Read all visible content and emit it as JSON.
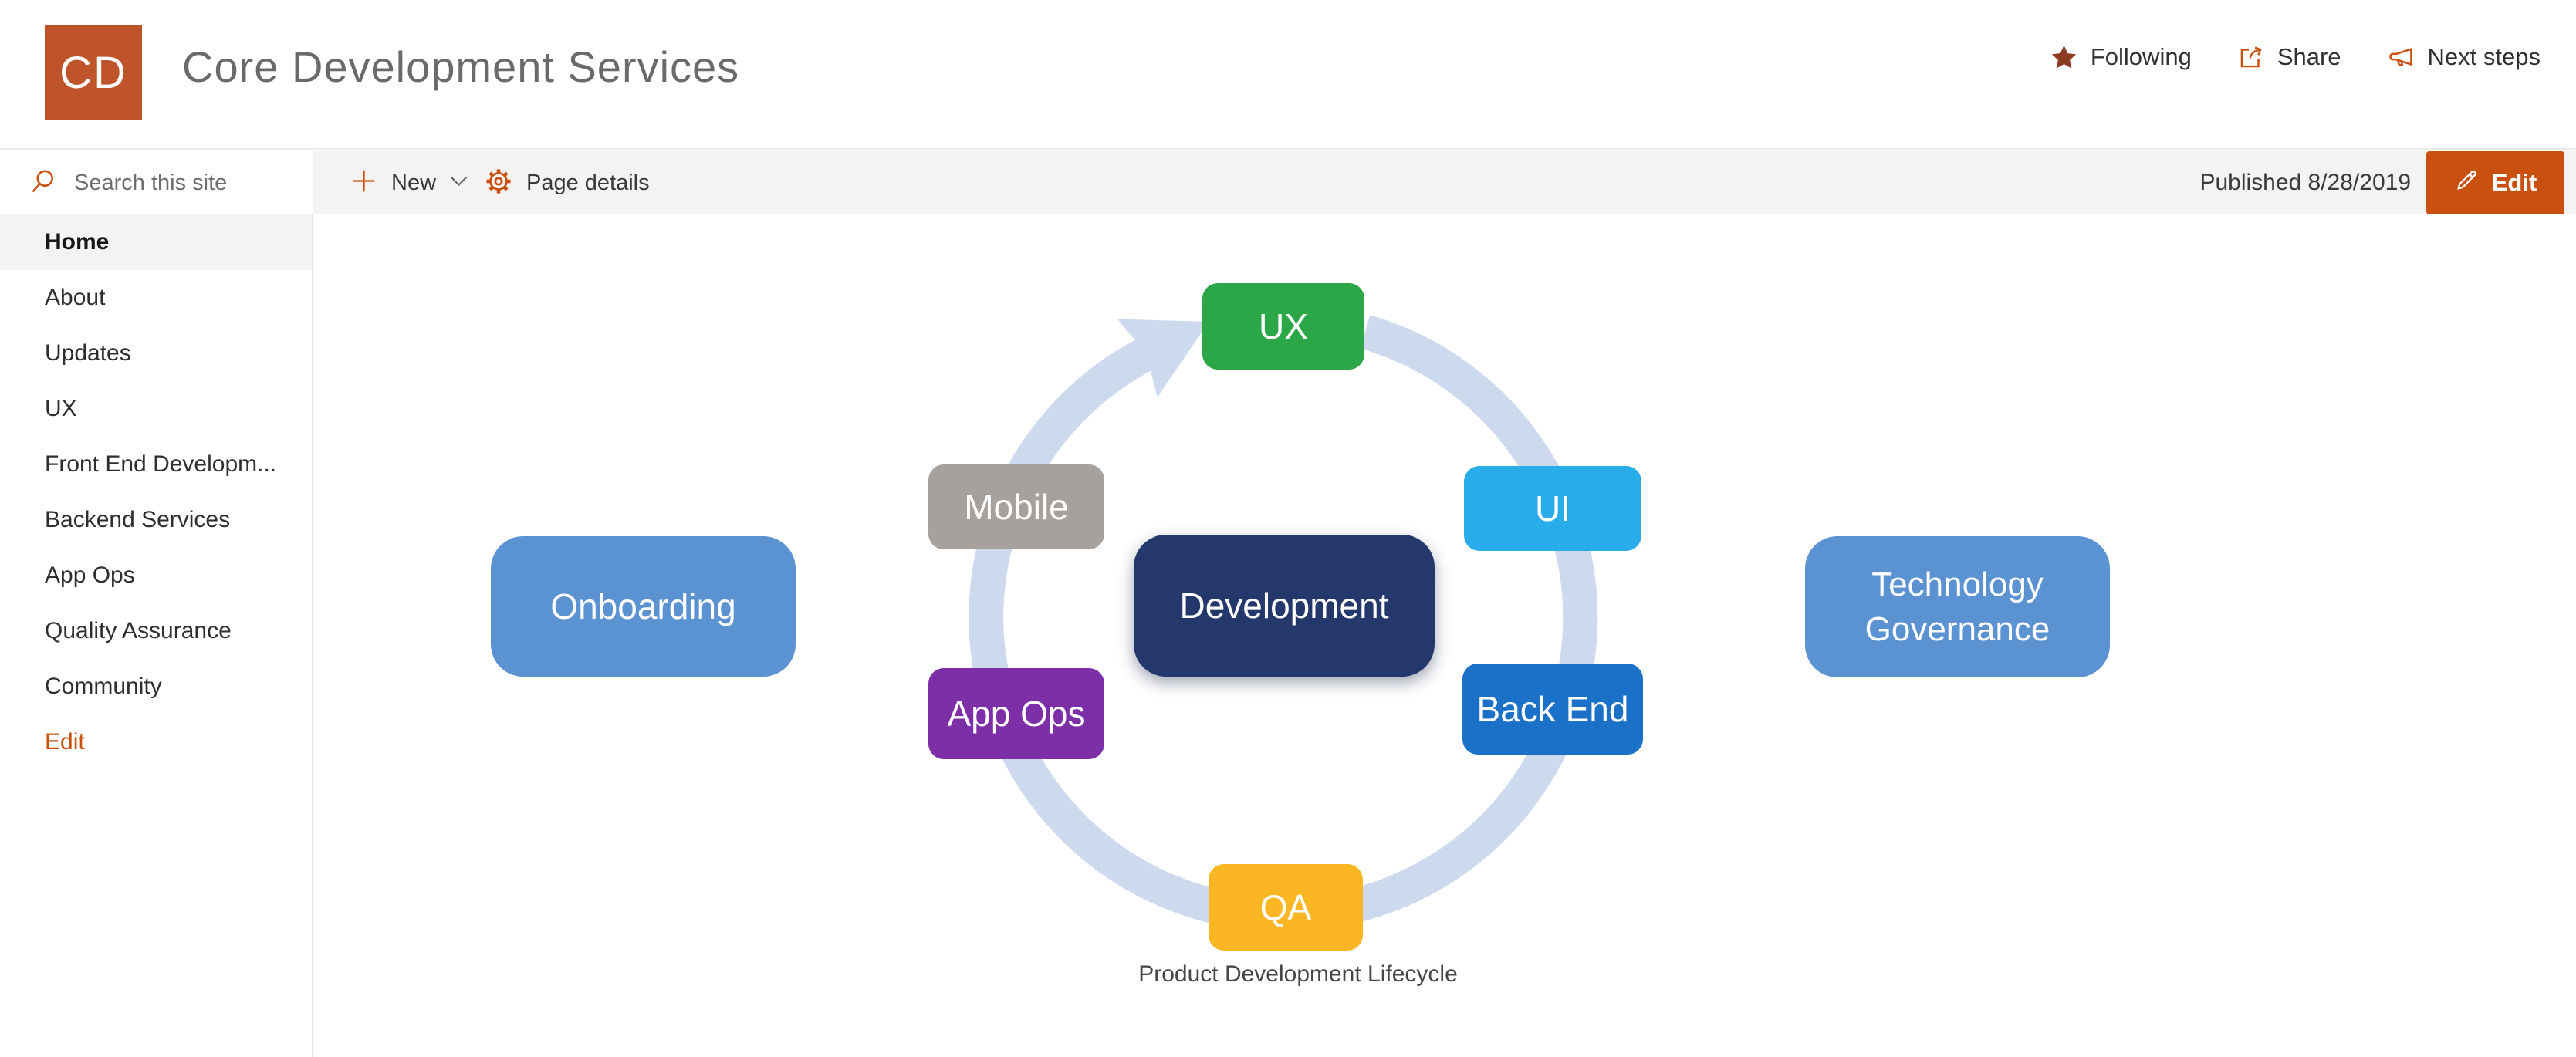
{
  "header": {
    "logo_text": "CD",
    "site_title": "Core Development Services",
    "actions": {
      "following": "Following",
      "share": "Share",
      "next_steps": "Next steps"
    }
  },
  "toolbar": {
    "search_placeholder": "Search this site",
    "new_label": "New",
    "page_details_label": "Page details",
    "published_label": "Published 8/28/2019",
    "edit_label": "Edit"
  },
  "sidebar": {
    "items": [
      {
        "label": "Home",
        "state": "selected"
      },
      {
        "label": "About",
        "state": "default"
      },
      {
        "label": "Updates",
        "state": "default"
      },
      {
        "label": "UX",
        "state": "default"
      },
      {
        "label": "Front End Developm...",
        "state": "default"
      },
      {
        "label": "Backend Services",
        "state": "default"
      },
      {
        "label": "App Ops",
        "state": "default"
      },
      {
        "label": "Quality Assurance",
        "state": "default"
      },
      {
        "label": "Community",
        "state": "default"
      },
      {
        "label": "Edit",
        "state": "accent"
      }
    ]
  },
  "diagram": {
    "caption": "Product Development Lifecycle",
    "cycle_order": [
      "UX",
      "UI",
      "Back End",
      "QA",
      "App Ops",
      "Mobile"
    ],
    "nodes": {
      "ux": {
        "label": "UX",
        "color": "#2CA747"
      },
      "ui": {
        "label": "UI",
        "color": "#29ACEA"
      },
      "back_end": {
        "label": "Back End",
        "color": "#1B70C8"
      },
      "qa": {
        "label": "QA",
        "color": "#FBB723"
      },
      "app_ops": {
        "label": "App Ops",
        "color": "#7C2FA6"
      },
      "mobile": {
        "label": "Mobile",
        "color": "#A6A19C"
      },
      "development": {
        "label": "Development",
        "color": "#24386B"
      },
      "onboarding": {
        "label": "Onboarding",
        "color": "#5A92D2"
      },
      "technology_governance": {
        "label": "Technology Governance",
        "color": "#5A92D2"
      }
    },
    "ring_color": "#CDDAEE"
  },
  "colors": {
    "accent": "#CA5010",
    "logo_bg": "#BF5329",
    "star": "#8A3C22",
    "toolbar_bg": "#F4F3F2",
    "nav_selected_bg": "#F4F3F2"
  }
}
